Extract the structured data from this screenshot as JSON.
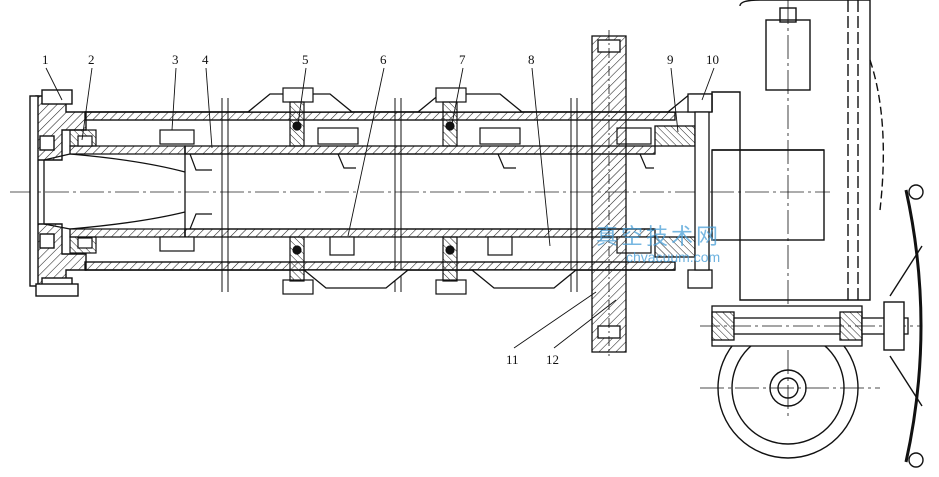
{
  "labels": [
    "1",
    "2",
    "3",
    "4",
    "5",
    "6",
    "7",
    "8",
    "9",
    "10",
    "11",
    "12"
  ],
  "watermark": {
    "cn": "真空技术网",
    "url": "chvacuum.com"
  }
}
